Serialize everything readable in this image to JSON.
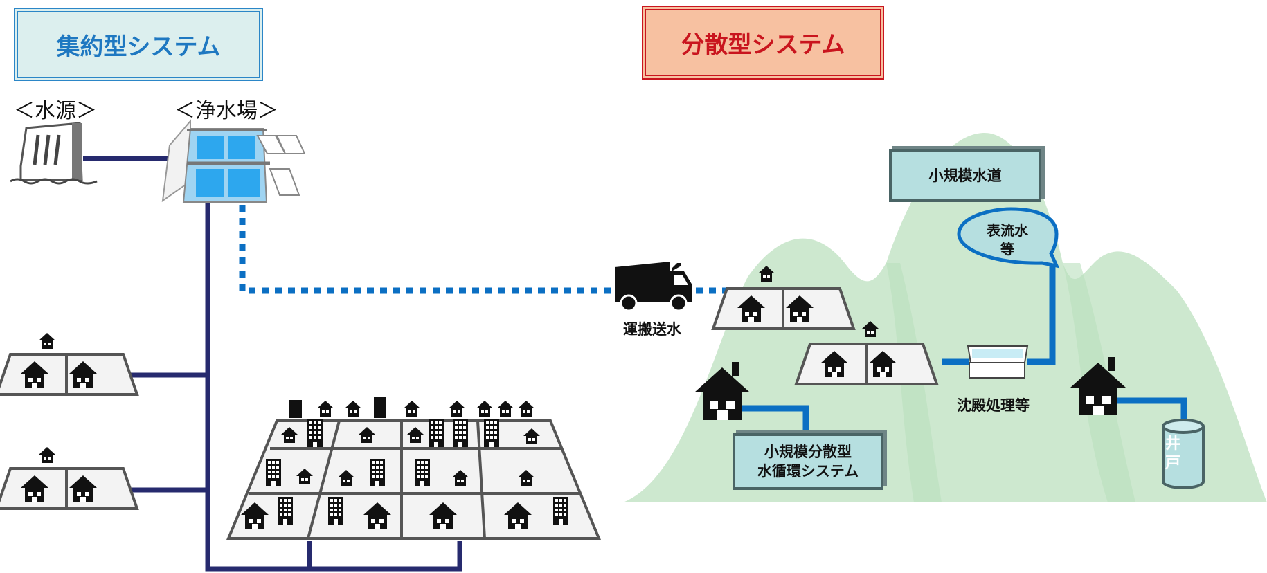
{
  "titles": {
    "centralized": "集約型システム",
    "decentralized": "分散型システム"
  },
  "labels": {
    "water_source": "＜水源＞",
    "treatment_plant": "＜浄水場＞",
    "truck_transport": "運搬送水",
    "sedimentation": "沈殿処理等",
    "small_water_supply": "小規模水道",
    "surface_water_line1": "表流水",
    "surface_water_line2": "等",
    "decentral_line1": "小規模分散型",
    "decentral_line2": "水循環システム",
    "well_line1": "井",
    "well_line2": "戸"
  },
  "colors": {
    "centralized_accent": "#1f78c1",
    "decentralized_accent": "#c9151e",
    "main_pipe": "#262a6e",
    "blue_pipe": "#0b6fc3",
    "mountain": "#c9e6cc"
  }
}
